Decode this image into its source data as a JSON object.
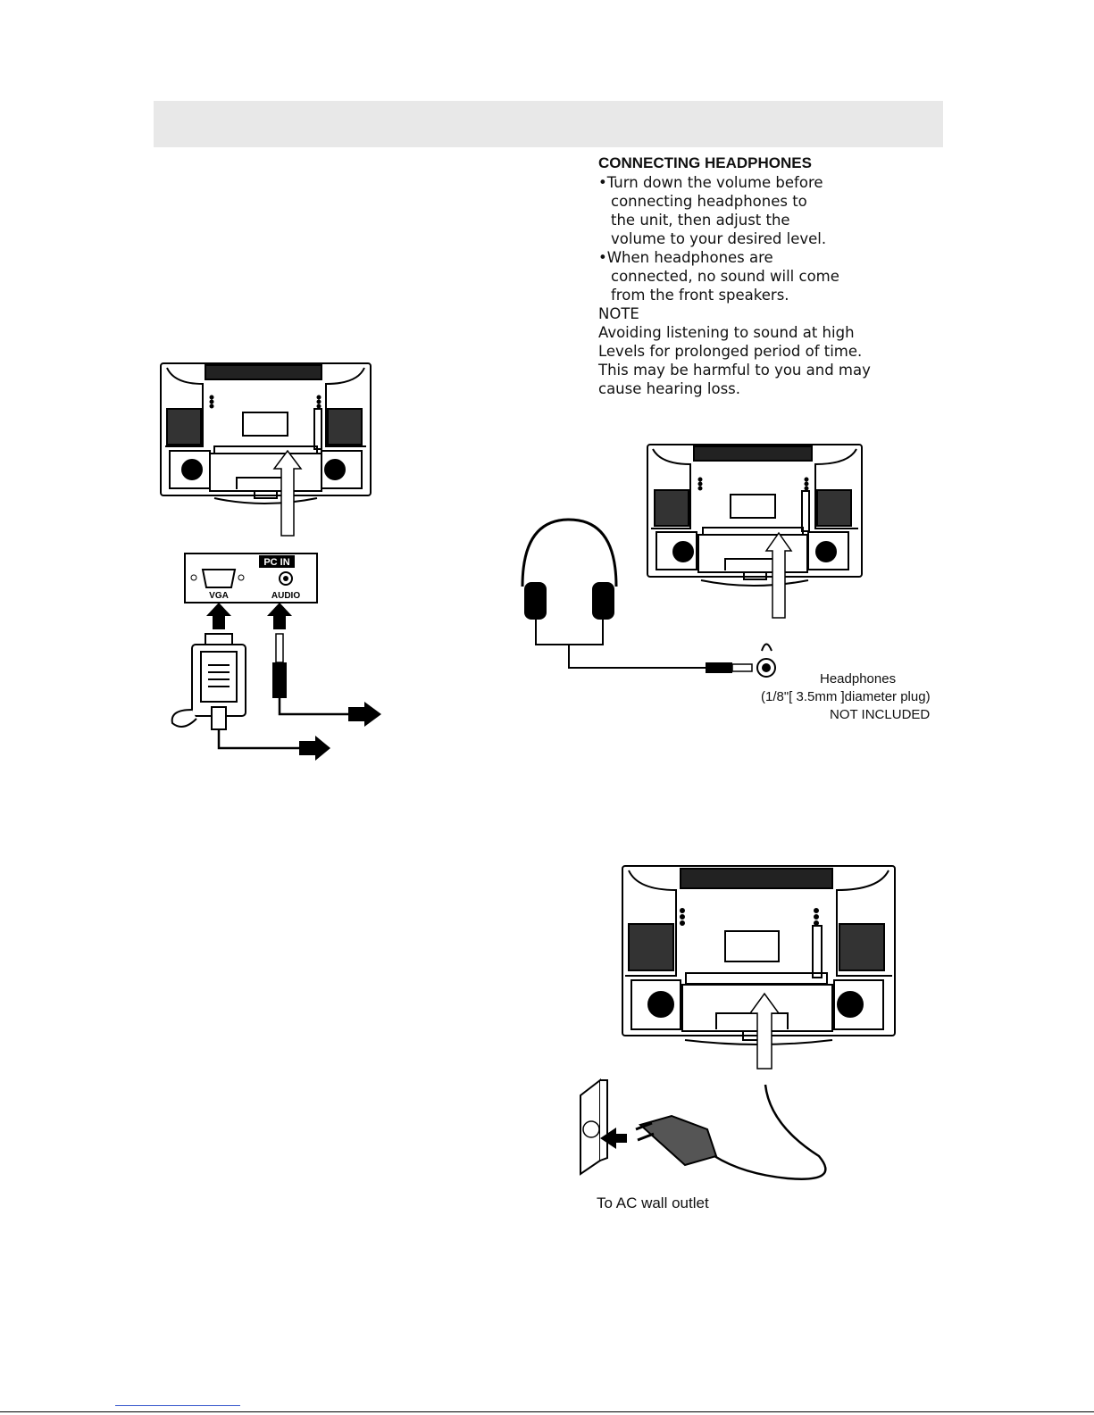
{
  "headphones_section": {
    "heading": "CONNECTING HEADPHONES",
    "lines": [
      "•Turn down the volume before",
      "connecting headphones to",
      "the unit, then adjust the",
      "volume to your desired level.",
      "•When headphones are",
      "connected, no sound will come",
      "from the front speakers.",
      "NOTE",
      "Avoiding listening to sound at high",
      "Levels for prolonged period of time.",
      "This may be harmful to you and may",
      "cause hearing loss."
    ]
  },
  "pc_figure": {
    "panel_label": "PC IN",
    "vga_label": "VGA",
    "audio_label": "AUDIO"
  },
  "headphones_figure": {
    "label_line1": "Headphones",
    "label_line2": "(1/8\"[ 3.5mm ]diameter plug)",
    "label_line3": "NOT INCLUDED"
  },
  "ac_figure": {
    "label": "To  AC wall outlet"
  }
}
